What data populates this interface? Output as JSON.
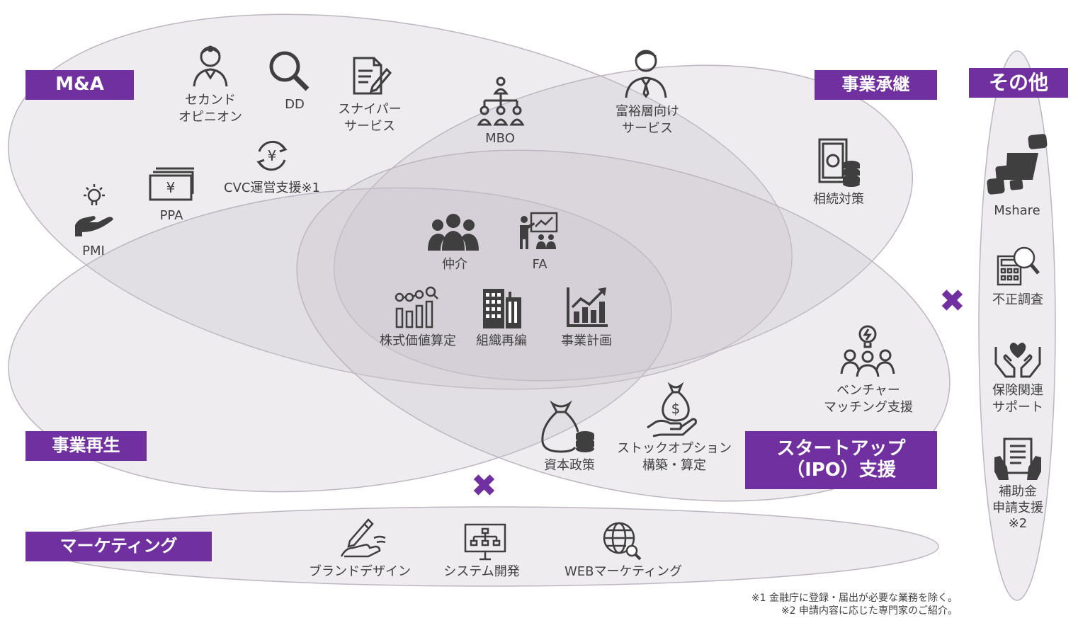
{
  "categories": {
    "ma": "M&A",
    "succession": "事業承継",
    "other": "その他",
    "turnaround": "事業再生",
    "startup": "スタートアップ\n（IPO）支援",
    "marketing": "マーケティング"
  },
  "services": {
    "second_opinion": "セカンド\nオピニオン",
    "dd": "DD",
    "sniper": "スナイパー\nサービス",
    "cvc": "CVC運営支援※1",
    "ppa": "PPA",
    "pmi": "PMI",
    "mbo": "MBO",
    "wealthy": "富裕層向け\nサービス",
    "inheritance": "相続対策",
    "brokerage": "仲介",
    "fa": "FA",
    "valuation": "株式価値算定",
    "reorganization": "組織再編",
    "business_plan": "事業計画",
    "capital_policy": "資本政策",
    "stock_option": "ストックオプション\n構築・算定",
    "venture_matching": "ベンチャー\nマッチング支援",
    "brand_design": "ブランドデザイン",
    "system_dev": "システム開発",
    "web_marketing": "WEBマーケティング",
    "mshare": "Mshare",
    "fraud": "不正調査",
    "insurance": "保険関連\nサポート",
    "subsidy": "補助金\n申請支援\n※2"
  },
  "notes": {
    "note1": "※1 金融庁に登録・届出が必要な業務を除く。",
    "note2": "※2 申請内容に応じた専門家のご紹介。"
  },
  "cross_symbol": "✖",
  "colors": {
    "accent": "#7030a0",
    "ellipse_fill": "#c9c3cc",
    "ellipse_stroke": "#bdb5c2",
    "icon": "#3f3f3f"
  }
}
